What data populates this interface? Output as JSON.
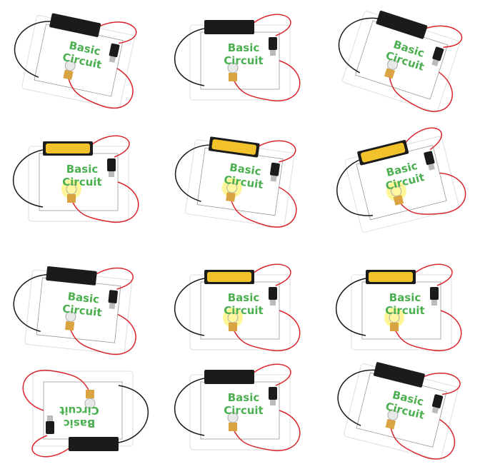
{
  "colors": {
    "label_green": "#4caf50",
    "board": "#ffffff",
    "wire_red": "#d8262c",
    "wire_black": "#1a1a1a",
    "battery_yellow": "#f2c22a",
    "holder_black": "#1b1b1b"
  },
  "kits": [
    {
      "line1": "Basic",
      "line2": "Circuit",
      "battery_installed": false,
      "bulb_lit": false
    },
    {
      "line1": "Basic",
      "line2": "Circuit",
      "battery_installed": false,
      "bulb_lit": false
    },
    {
      "line1": "Basic",
      "line2": "Circuit",
      "battery_installed": false,
      "bulb_lit": false
    },
    {
      "line1": "Basic",
      "line2": "Circuit",
      "battery_installed": true,
      "bulb_lit": true
    },
    {
      "line1": "Basic",
      "line2": "Circuit",
      "battery_installed": true,
      "bulb_lit": true
    },
    {
      "line1": "Basic",
      "line2": "Circuit",
      "battery_installed": true,
      "bulb_lit": true
    },
    {
      "line1": "Basic",
      "line2": "Circuit",
      "battery_installed": false,
      "bulb_lit": false
    },
    {
      "line1": "Basic",
      "line2": "Circuit",
      "battery_installed": true,
      "bulb_lit": true
    },
    {
      "line1": "Basic",
      "line2": "Circuit",
      "battery_installed": true,
      "bulb_lit": true
    },
    {
      "line1": "Basic",
      "line2": "Circuit",
      "battery_installed": false,
      "bulb_lit": false
    },
    {
      "line1": "Basic",
      "line2": "Circuit",
      "battery_installed": false,
      "bulb_lit": false
    },
    {
      "line1": "Basic",
      "line2": "Circuit",
      "battery_installed": false,
      "bulb_lit": false
    }
  ]
}
